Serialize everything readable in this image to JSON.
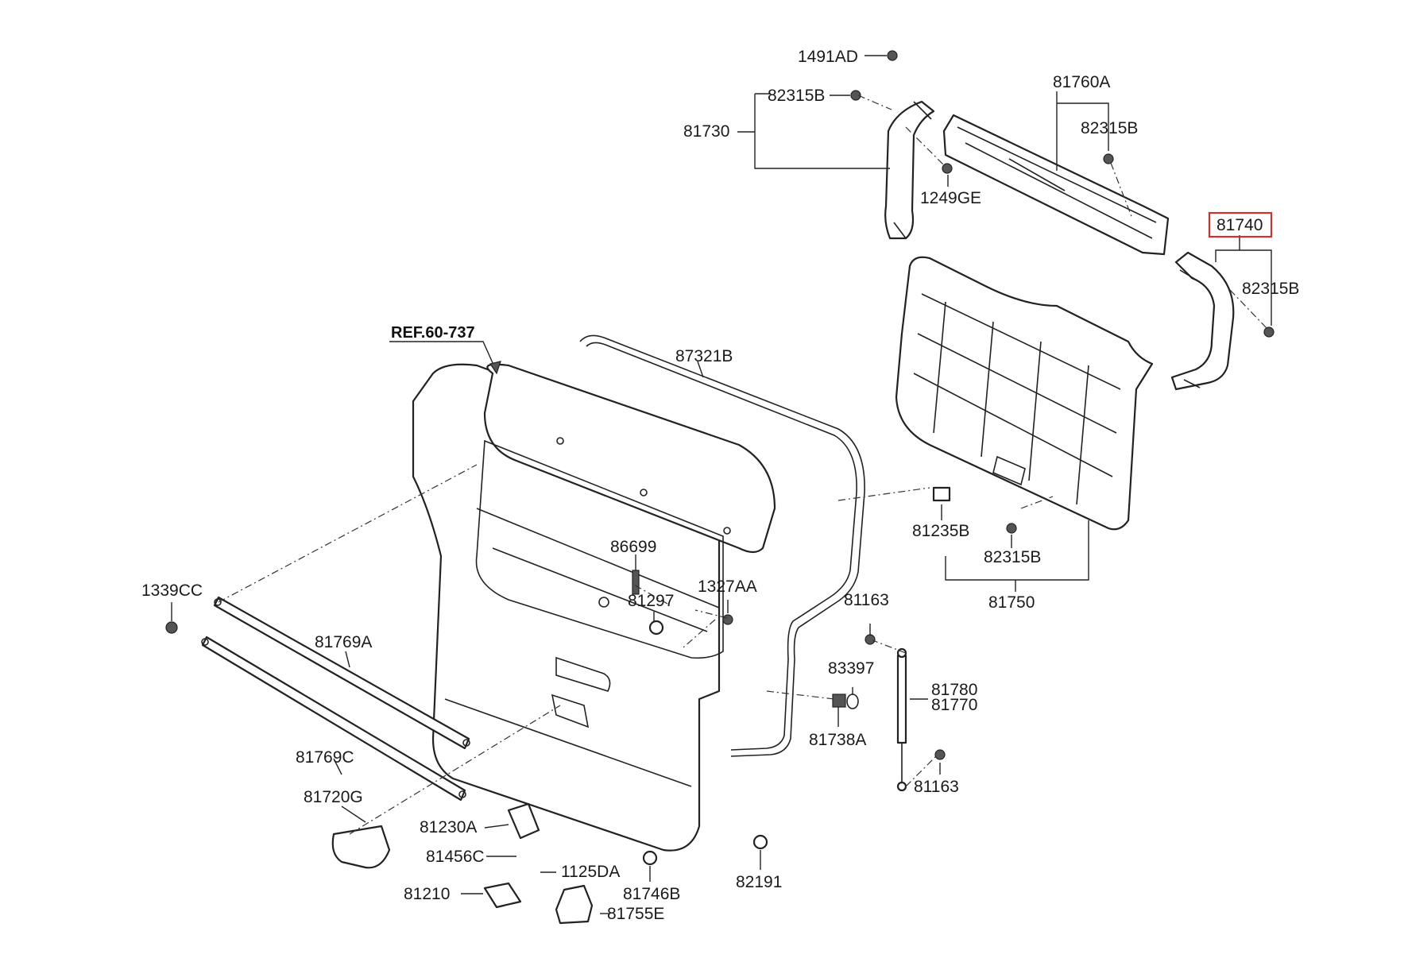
{
  "diagram": {
    "reference": "REF.60-737",
    "highlighted_part": "81740",
    "labels": {
      "p1491AD": "1491AD",
      "p82315B_1": "82315B",
      "p81730": "81730",
      "p1249GE": "1249GE",
      "p81760A": "81760A",
      "p82315B_2": "82315B",
      "p81740": "81740",
      "p82315B_3": "82315B",
      "p87321B": "87321B",
      "p86699": "86699",
      "p81297": "81297",
      "p1327AA": "1327AA",
      "p1339CC": "1339CC",
      "p81769A": "81769A",
      "p81769C": "81769C",
      "p81720G": "81720G",
      "p81230A": "81230A",
      "p81456C": "81456C",
      "p1125DA": "1125DA",
      "p81210": "81210",
      "p81746B": "81746B",
      "p81755E": "81755E",
      "p82191": "82191",
      "p81163_1": "81163",
      "p83397": "83397",
      "p81780": "81780",
      "p81770": "81770",
      "p81738A": "81738A",
      "p81163_2": "81163",
      "p81235B": "81235B",
      "p82315B_4": "82315B",
      "p81750": "81750"
    },
    "colors": {
      "line": "#222222",
      "highlight": "#d32f2f",
      "background": "#ffffff"
    }
  }
}
